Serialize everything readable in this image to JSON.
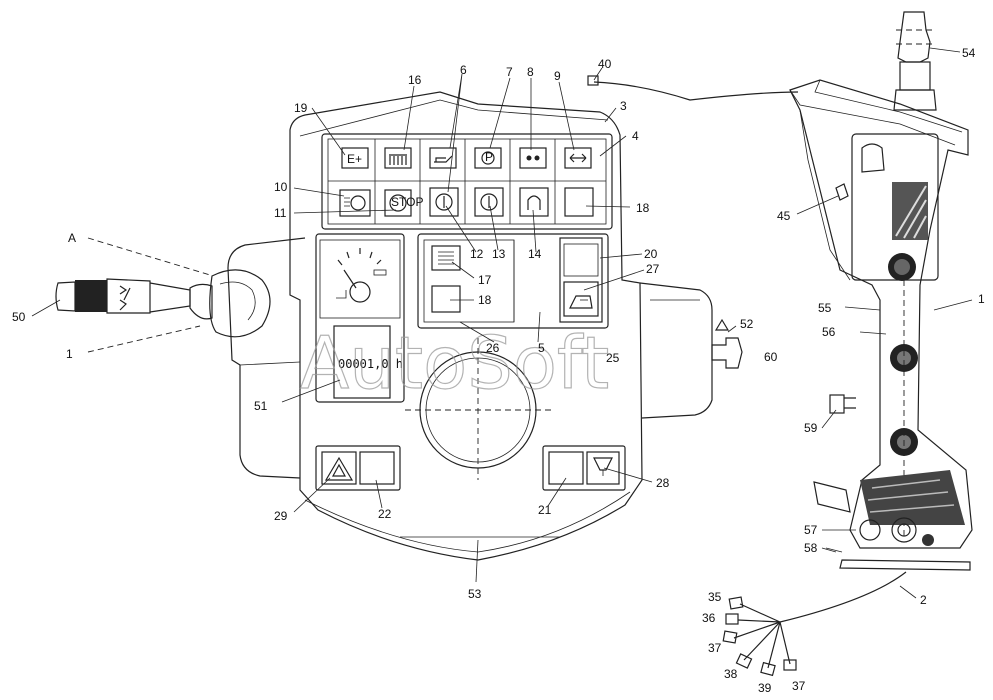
{
  "watermark": "AutoSoft",
  "hour_meter_reading": "00001,0 h",
  "labels": {
    "l1_left": "1",
    "l1_right": "1",
    "l2": "2",
    "l3": "3",
    "l4": "4",
    "l5": "5",
    "l6": "6",
    "l7": "7",
    "l8": "8",
    "l9": "9",
    "l10": "10",
    "l11": "11",
    "l12": "12",
    "l13": "13",
    "l14": "14",
    "l16": "16",
    "l17": "17",
    "l18a": "18",
    "l18b": "18",
    "l19": "19",
    "l20": "20",
    "l21": "21",
    "l22": "22",
    "l25": "25",
    "l26": "26",
    "l27": "27",
    "l28": "28",
    "l29": "29",
    "l35": "35",
    "l36": "36",
    "l37a": "37",
    "l37b": "37",
    "l38": "38",
    "l39": "39",
    "l40": "40",
    "l45": "45",
    "l50": "50",
    "l51": "51",
    "l52": "52",
    "l53": "53",
    "l54": "54",
    "l55": "55",
    "l56": "56",
    "l57": "57",
    "l58": "58",
    "l59": "59",
    "l60": "60",
    "lA": "A"
  },
  "icons": [
    "battery-icon",
    "glow-plug-icon",
    "oil-can-icon",
    "parking-brake-icon",
    "filter-icon",
    "turn-signal-icon",
    "headlight-icon",
    "stop-icon",
    "warning-triangle-icon",
    "wiper-icon"
  ]
}
